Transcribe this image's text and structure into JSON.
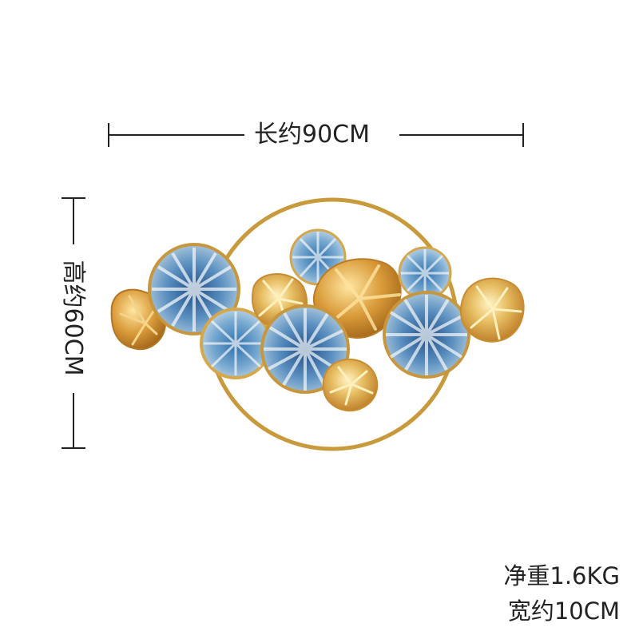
{
  "dimensions": {
    "length_label": "长约90CM",
    "height_label": "高约60CM"
  },
  "specs": {
    "net_weight": "净重1.6KG",
    "depth": "宽约10CM"
  },
  "colors": {
    "gold": "#d8a84a",
    "ring": "#c99a3c",
    "blue": "#4f8fc4",
    "pale_blue": "#bcd3e3",
    "line": "#222222"
  }
}
